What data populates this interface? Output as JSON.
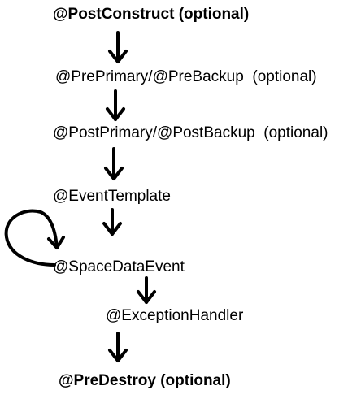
{
  "steps": [
    {
      "label": "@PostConstruct",
      "note": "(optional)"
    },
    {
      "label": "@PrePrimary/@PreBackup",
      "note": "(optional)"
    },
    {
      "label": "@PostPrimary/@PostBackup",
      "note": "(optional)"
    },
    {
      "label": "@EventTemplate"
    },
    {
      "label": "@SpaceDataEvent"
    },
    {
      "label": "@ExceptionHandler"
    },
    {
      "label": "@PreDestroy",
      "note": "(optional)"
    }
  ]
}
